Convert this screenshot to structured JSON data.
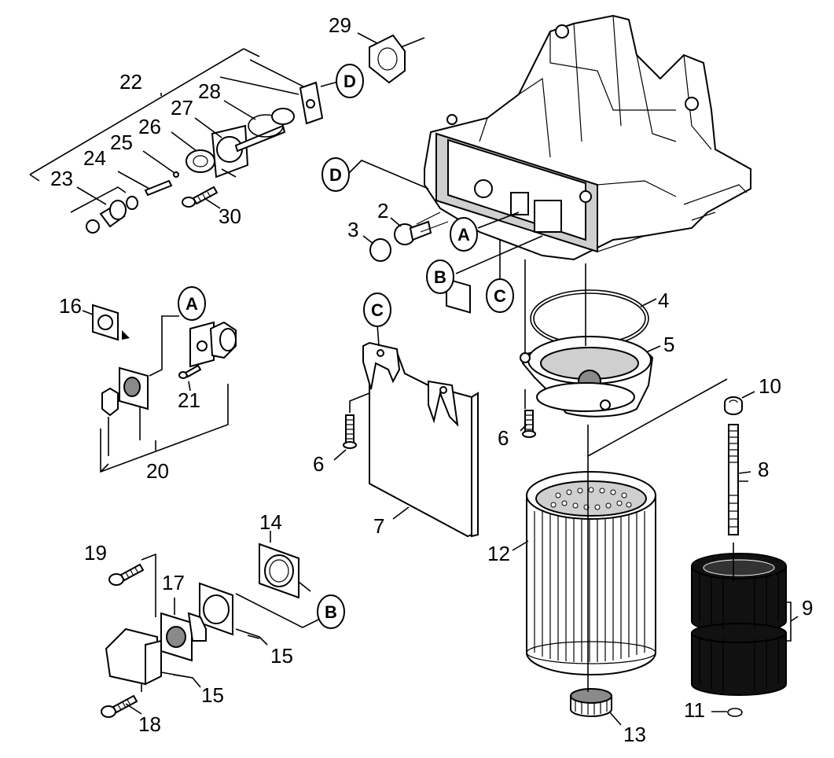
{
  "diagram": {
    "part_numbers": [
      "2",
      "3",
      "4",
      "5",
      "6",
      "6",
      "7",
      "8",
      "9",
      "10",
      "11",
      "12",
      "13",
      "14",
      "15",
      "15",
      "16",
      "17",
      "18",
      "19",
      "20",
      "21",
      "22",
      "23",
      "24",
      "25",
      "26",
      "27",
      "28",
      "29",
      "30"
    ],
    "reference_letters": [
      "A",
      "A",
      "B",
      "B",
      "C",
      "C",
      "D",
      "D"
    ]
  },
  "labels": {
    "p2": "2",
    "p3": "3",
    "p4": "4",
    "p5": "5",
    "p6a": "6",
    "p6b": "6",
    "p7": "7",
    "p8": "8",
    "p9": "9",
    "p10": "10",
    "p11": "11",
    "p12": "12",
    "p13": "13",
    "p14": "14",
    "p15a": "15",
    "p15b": "15",
    "p16": "16",
    "p17": "17",
    "p18": "18",
    "p19": "19",
    "p20": "20",
    "p21": "21",
    "p22": "22",
    "p23": "23",
    "p24": "24",
    "p25": "25",
    "p26": "26",
    "p27": "27",
    "p28": "28",
    "p29": "29",
    "p30": "30"
  },
  "refs": {
    "A1": "A",
    "A2": "A",
    "B1": "B",
    "B2": "B",
    "C1": "C",
    "C2": "C",
    "D1": "D",
    "D2": "D"
  }
}
